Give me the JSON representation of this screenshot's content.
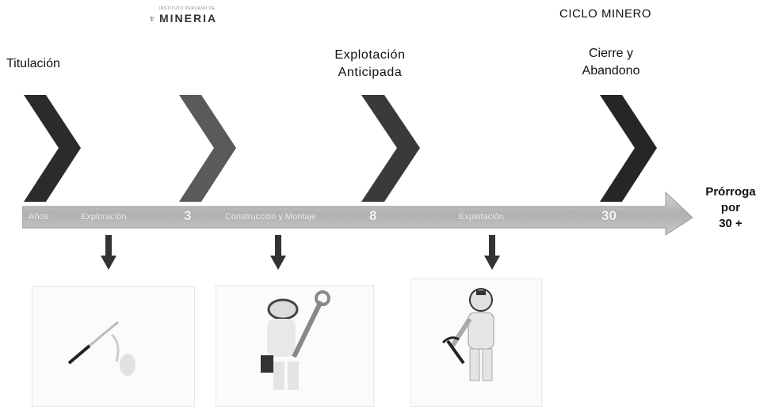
{
  "logo": {
    "small_text": "INSTITUTO PERUANO DE",
    "name": "MINERIA"
  },
  "title": "CICLO MINERO",
  "phases": {
    "titulacion": "Titulación",
    "explotacion_anticipada_1": "Explotación",
    "explotacion_anticipada_2": "Anticipada",
    "cierre_1": "Cierre y",
    "cierre_2": "Abandono"
  },
  "prorroga": {
    "line1": "Prórroga",
    "line2": "por",
    "line3": "30 +"
  },
  "timeline": {
    "anos": "Años",
    "exploracion": "Exploración",
    "num1": "3",
    "construccion": "Construcción y Montaje",
    "num2": "8",
    "explotacion": "Explotación",
    "num3": "30"
  },
  "colors": {
    "chevron": "#2a2a2a",
    "timeline": "#b8b8b8",
    "arrow": "#333333"
  }
}
